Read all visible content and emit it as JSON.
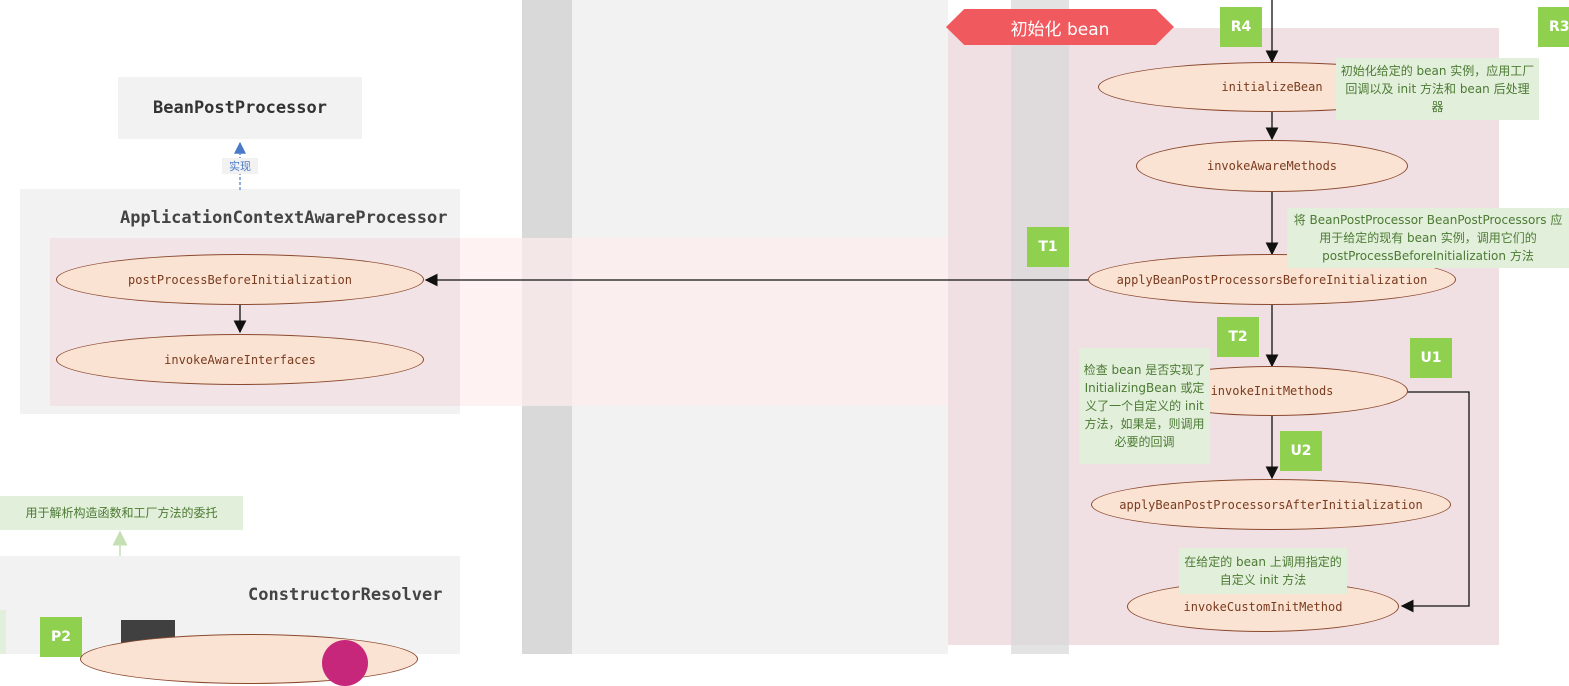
{
  "left_top": {
    "interface_box": "BeanPostProcessor",
    "implements_label": "实现",
    "class_header": "ApplicationContextAwareProcessor",
    "method_1": "postProcessBeforeInitialization",
    "method_2": "invokeAwareInterfaces"
  },
  "left_bottom": {
    "note": "用于解析构造函数和工厂方法的委托",
    "class_header": "ConstructorResolver",
    "tag": "P2"
  },
  "right": {
    "banner": "初始化 bean",
    "tags": {
      "r4": "R4",
      "r3": "R3",
      "t1": "T1",
      "t2": "T2",
      "u1": "U1",
      "u2": "U2"
    },
    "nodes": {
      "initialize_bean": "initializeBean",
      "invoke_aware_methods": "invokeAwareMethods",
      "apply_before": "applyBeanPostProcessorsBeforeInitialization",
      "invoke_init_methods": "invokeInitMethods",
      "apply_after": "applyBeanPostProcessorsAfterInitialization",
      "invoke_custom_init": "invokeCustomInitMethod"
    },
    "notes": {
      "initialize_bean": "初始化给定的 bean 实例，应用工厂回调以及 init 方法和 bean 后处理器",
      "apply_before": "将 BeanPostProcessor BeanPostProcessors 应用于给定的现有 bean 实例，调用它们的 postProcessBeforeInitialization 方法",
      "invoke_init": "检查 bean 是否实现了 InitializingBean 或定义了一个自定义的 init 方法，如果是，则调用必要的回调",
      "invoke_custom": "在给定的 bean 上调用指定的自定义 init 方法"
    }
  },
  "colors": {
    "banner": "#f05a5f",
    "tag": "#8fd14f",
    "ellipse_fill": "#fbe3d3",
    "note_fill": "#e2efda",
    "pink_region": "#f0e0e4"
  }
}
